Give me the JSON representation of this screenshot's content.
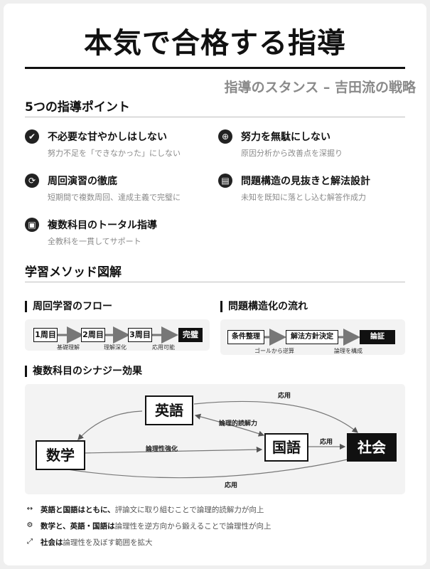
{
  "header": {
    "title": "本気で合格する指導",
    "subtitle": "指導のスタンス – 吉田流の戦略"
  },
  "points_section": {
    "heading": "5つの指導ポイント",
    "items": [
      {
        "icon": "check-circle-icon",
        "title": "不必要な甘やかしはしない",
        "desc": "努力不足を「できなかった」にしない"
      },
      {
        "icon": "magnifier-plus-icon",
        "title": "努力を無駄にしない",
        "desc": "原因分析から改善点を深掘り"
      },
      {
        "icon": "cycle-icon",
        "title": "周回演習の徹底",
        "desc": "短期間で複数周回、達成主義で完璧に"
      },
      {
        "icon": "book-reader-icon",
        "title": "問題構造の見抜きと解法設計",
        "desc": "未知を既知に落とし込む解答作成力"
      },
      {
        "icon": "teacher-board-icon",
        "title": "複数科目のトータル指導",
        "desc": "全教科を一貫してサポート"
      }
    ]
  },
  "method_section": {
    "heading": "学習メソッド図解",
    "cycle_flow": {
      "heading": "周回学習のフロー",
      "steps": [
        "1周目",
        "2周目",
        "3周目",
        "完璧"
      ],
      "labels": [
        "基礎理解",
        "理解深化",
        "応用可能"
      ]
    },
    "structure_flow": {
      "heading": "問題構造化の流れ",
      "steps": [
        "条件整理",
        "解法方針決定",
        "論証"
      ],
      "labels": [
        "ゴールから逆算",
        "論理を構成"
      ]
    },
    "synergy": {
      "heading": "複数科目のシナジー効果",
      "nodes": {
        "english": "英語",
        "math": "数学",
        "japanese": "国語",
        "social": "社会"
      },
      "edge_labels": {
        "english_social": "応用",
        "english_japanese": "論理的読解力",
        "math_japanese": "論理性強化",
        "japanese_social": "応用",
        "math_social": "応用"
      }
    }
  },
  "notes": [
    {
      "icon": "double-arrow-icon",
      "bold": "英語と国語はともに、",
      "text": "評論文に取り組むことで論理的読解力が向上"
    },
    {
      "icon": "gears-icon",
      "bold": "数学と、英語・国語は",
      "text": "論理性を逆方向から鍛えることで論理性が向上"
    },
    {
      "icon": "expand-arrow-icon",
      "bold": "社会は",
      "text": "論理性を及ぼす範囲を拡大"
    }
  ]
}
